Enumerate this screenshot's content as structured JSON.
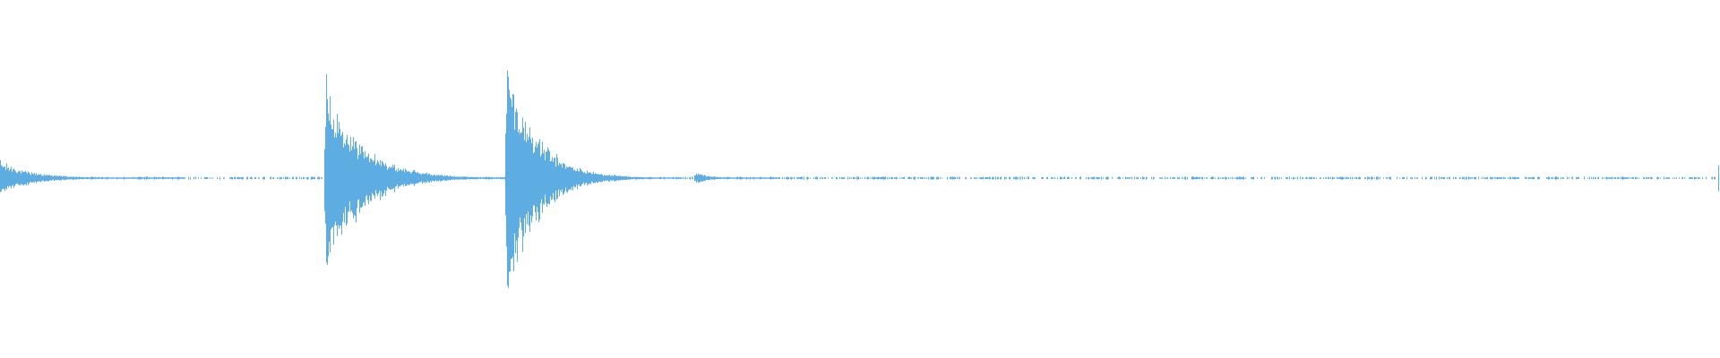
{
  "waveform": {
    "color": "#5dade2",
    "segments": [
      {
        "kind": "transient",
        "t": 0.0,
        "amp": 0.1,
        "decay": 0.018,
        "density": 1.0
      },
      {
        "kind": "transient",
        "t": 0.19,
        "amp": 0.58,
        "decay": 0.02,
        "density": 1.0
      },
      {
        "kind": "transient",
        "t": 0.295,
        "amp": 0.71,
        "decay": 0.017,
        "density": 1.0
      },
      {
        "kind": "blip",
        "t": 0.405,
        "amp": 0.035,
        "decay": 0.008,
        "density": 1.0
      },
      {
        "kind": "noise",
        "t_start": 0.015,
        "t_end": 0.19,
        "amp": 0.006,
        "density": 0.55
      },
      {
        "kind": "noise",
        "t_start": 0.225,
        "t_end": 0.295,
        "amp": 0.006,
        "density": 0.6
      },
      {
        "kind": "noise",
        "t_start": 0.33,
        "t_end": 0.405,
        "amp": 0.006,
        "density": 0.5
      },
      {
        "kind": "noise",
        "t_start": 0.415,
        "t_end": 0.998,
        "amp": 0.006,
        "density": 0.55
      },
      {
        "kind": "tick",
        "t": 0.999,
        "amp": 0.08
      }
    ]
  }
}
